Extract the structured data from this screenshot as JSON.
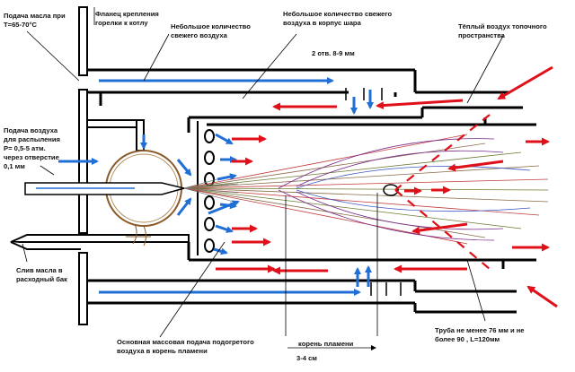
{
  "labels": {
    "oil_supply": [
      "Подача масла при",
      "Т=65-70°С"
    ],
    "burner_flange": [
      "Фланец крепления",
      "горелки к котлу"
    ],
    "small_fresh_air": [
      "Небольшое количество",
      "свежего воздуха"
    ],
    "small_fresh_air_ball": [
      "Небольшое количество свежего",
      "воздуха в корпус шара"
    ],
    "warm_air": [
      "Тёплый воздух топочного",
      "пространства"
    ],
    "holes": "2 отв.  8-9 мм",
    "atomizing_air": [
      "Подача воздуха",
      "для распыления",
      "Р= 0,5-5 атм.",
      "через отверстие",
      "0,1 мм"
    ],
    "oil_drain": [
      "Слив масла в",
      "расходный бак"
    ],
    "main_air": [
      "Основная массовая подача подогретого",
      "воздуха в корень пламени"
    ],
    "flame_root": "корень пламени",
    "flame_root_size": "3-4 см",
    "tube": [
      "Труба не менее 76 мм и не",
      "более 90 ,    L=120мм"
    ]
  },
  "colors": {
    "air_arrow": "#1f6fd6",
    "hot_arrow": "#e0101a",
    "structure": "#000000",
    "flame_lines": [
      "#7a2a8a",
      "#3b56c4",
      "#c23b3b",
      "#6a7a30",
      "#8a6a4a"
    ]
  }
}
